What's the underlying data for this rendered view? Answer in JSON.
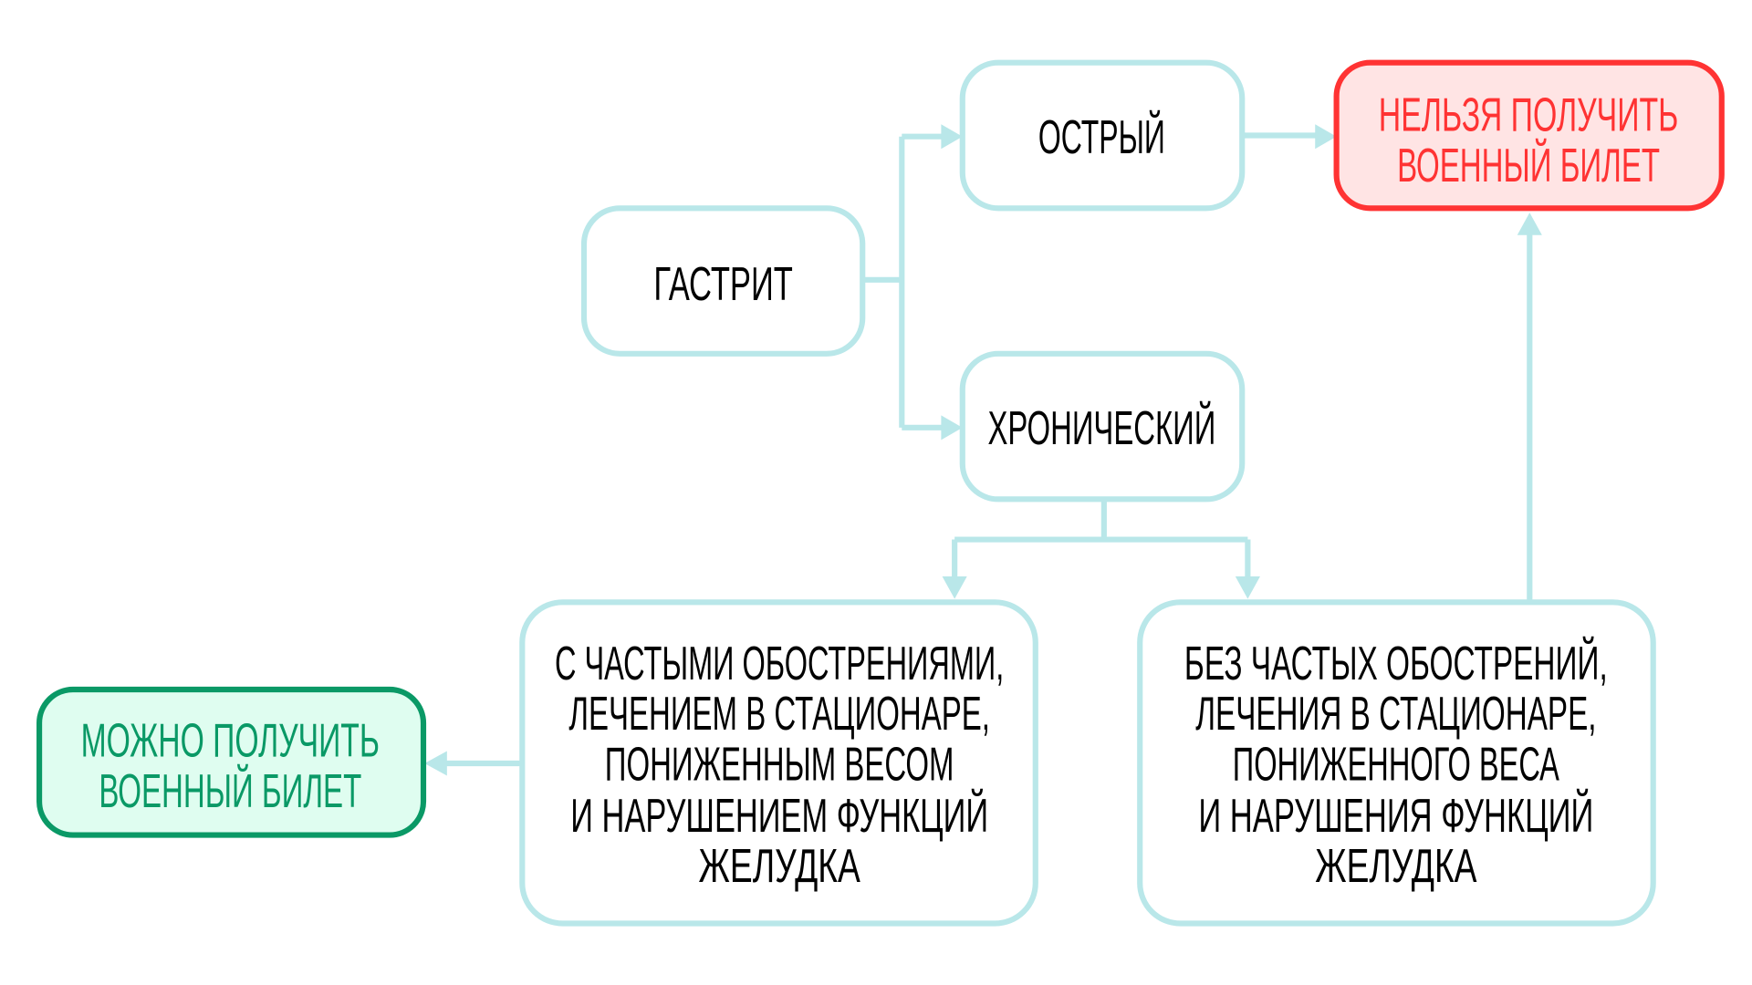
{
  "nodes": {
    "gastritis": "ГАСТРИТ",
    "acute": "ОСТРЫЙ",
    "chronic": "ХРОНИЧЕСКИЙ",
    "denied": [
      "НЕЛЬЗЯ ПОЛУЧИТЬ",
      "ВОЕННЫЙ БИЛЕТ"
    ],
    "allowed": [
      "МОЖНО ПОЛУЧИТЬ",
      "ВОЕННЫЙ БИЛЕТ"
    ],
    "frequent": [
      "С ЧАСТЫМИ ОБОСТРЕНИЯМИ,",
      "ЛЕЧЕНИЕМ В СТАЦИОНАРЕ,",
      "ПОНИЖЕННЫМ ВЕСОМ",
      "И НАРУШЕНИЕМ ФУНКЦИЙ",
      "ЖЕЛУДКА"
    ],
    "rare": [
      "БЕЗ ЧАСТЫХ ОБОСТРЕНИЙ,",
      "ЛЕЧЕНИЯ В СТАЦИОНАРЕ,",
      "ПОНИЖЕННОГО ВЕСА",
      "И НАРУШЕНИЯ ФУНКЦИЙ",
      "ЖЕЛУДКА"
    ]
  },
  "colors": {
    "connector": "#b9e7e9",
    "denied": "#ff3333",
    "denied_fill": "#ffe4e4",
    "allowed": "#0a9966",
    "allowed_fill": "#dffdf0"
  }
}
